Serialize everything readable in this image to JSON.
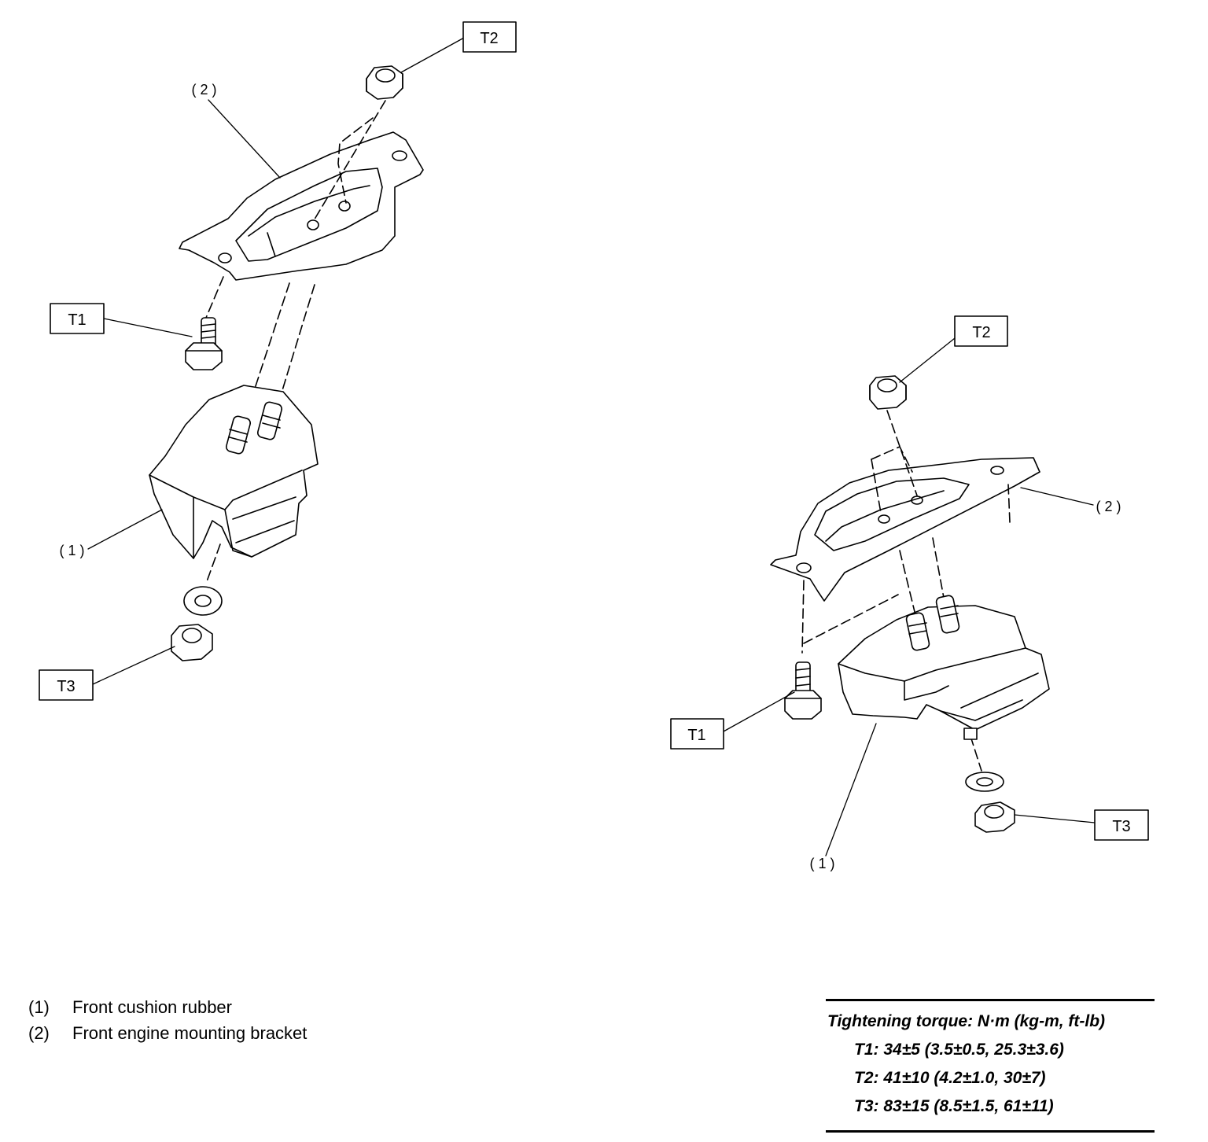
{
  "diagram": {
    "left": {
      "callouts": {
        "t1": "T1",
        "t2": "T2",
        "t3": "T3"
      },
      "parts": {
        "p1": "(1)",
        "p2": "(2)"
      }
    },
    "right": {
      "callouts": {
        "t1": "T1",
        "t2": "T2",
        "t3": "T3"
      },
      "parts": {
        "p1": "(1)",
        "p2": "(2)"
      }
    }
  },
  "legend": [
    {
      "num": "(1)",
      "text": "Front cushion rubber"
    },
    {
      "num": "(2)",
      "text": "Front engine mounting bracket"
    }
  ],
  "torque": {
    "heading": "Tightening torque: N·m (kg-m, ft-lb)",
    "lines": [
      "T1: 34±5 (3.5±0.5, 25.3±3.6)",
      "T2: 41±10 (4.2±1.0, 30±7)",
      "T3: 83±15 (8.5±1.5, 61±11)"
    ]
  }
}
